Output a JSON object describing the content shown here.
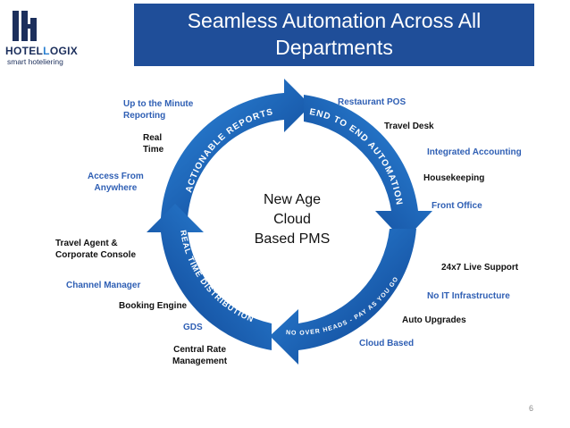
{
  "logo": {
    "brand_prefix": "HOTEL",
    "brand_suffix": "OGIX",
    "tagline": "smart hoteliering"
  },
  "title": {
    "line1": "Seamless Automation Across All",
    "line2": "Departments"
  },
  "center": {
    "line1": "New Age",
    "line2": "Cloud",
    "line3": "Based PMS"
  },
  "arcs": {
    "top_left": "ACTIONABLE REPORTS",
    "top_right": "END TO END AUTOMATION",
    "bottom_right_1": "CLOUD BASED",
    "bottom_right_2": "NO OVER HEADS - PAY AS YOU GO",
    "bottom_left": "REAL TIME DISTRIBUTION"
  },
  "labels": {
    "restaurant_pos": "Restaurant POS",
    "travel_desk": "Travel Desk",
    "integrated_accounting": "Integrated Accounting",
    "housekeeping": "Housekeeping",
    "front_office": "Front Office",
    "up_to_minute_1": "Up to the Minute",
    "up_to_minute_2": "Reporting",
    "real_time_1": "Real",
    "real_time_2": "Time",
    "access_1": "Access  From",
    "access_2": "Anywhere",
    "travel_agent_1": "Travel Agent &",
    "travel_agent_2": "Corporate Console",
    "channel_manager": "Channel Manager",
    "booking_engine": "Booking Engine",
    "gds": "GDS",
    "central_rate_1": "Central Rate",
    "central_rate_2": "Management",
    "live_support": "24x7 Live Support",
    "no_it": "No IT Infrastructure",
    "auto_upgrades": "Auto Upgrades",
    "cloud_based": "Cloud Based"
  },
  "slide_number": "6",
  "colors": {
    "title_bg": "#1f4e99",
    "arc_blue": "#1e6fc9",
    "arc_dark": "#0d3f8a",
    "label_blue": "#2f5fb4"
  }
}
